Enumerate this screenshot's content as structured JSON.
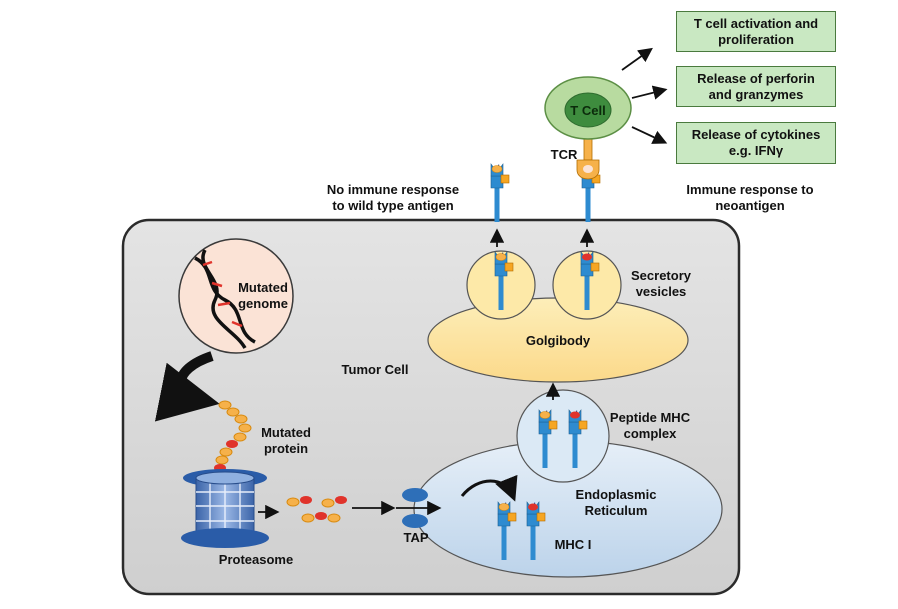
{
  "labels": {
    "tcell": "T Cell",
    "tcr": "TCR",
    "out1": "T cell activation and proliferation",
    "out2": "Release of perforin and granzymes",
    "out3": "Release of cytokines e.g. IFNγ",
    "no_response_1": "No immune response",
    "no_response_2": "to wild type antigen",
    "response_1": "Immune response to",
    "response_2": "neoantigen",
    "mutated_genome_1": "Mutated",
    "mutated_genome_2": "genome",
    "tumor_cell": "Tumor Cell",
    "secretory_1": "Secretory",
    "secretory_2": "vesicles",
    "golgibody": "Golgibody",
    "mutated_protein_1": "Mutated",
    "mutated_protein_2": "protein",
    "peptide_mhc_1": "Peptide MHC",
    "peptide_mhc_2": "complex",
    "er_1": "Endoplasmic",
    "er_2": "Reticulum",
    "tap": "TAP",
    "mhc1": "MHC I",
    "proteasome": "Proteasome"
  },
  "colors": {
    "cell_fill": "#d9d9d9",
    "cell_border": "#2b2b2b",
    "genome_fill": "#fbe3d6",
    "golgi_fill": "#fde9a8",
    "er_fill": "#dbe9f5",
    "tcell_outer": "#b8dba0",
    "tcell_inner": "#3e8c3e",
    "outcome_fill": "#c9e8c2",
    "mhc_blue": "#2e8bd0",
    "mhc_orange": "#f6a623",
    "peptide_red": "#e0332b",
    "proteasome_blue": "#5a87c9"
  }
}
